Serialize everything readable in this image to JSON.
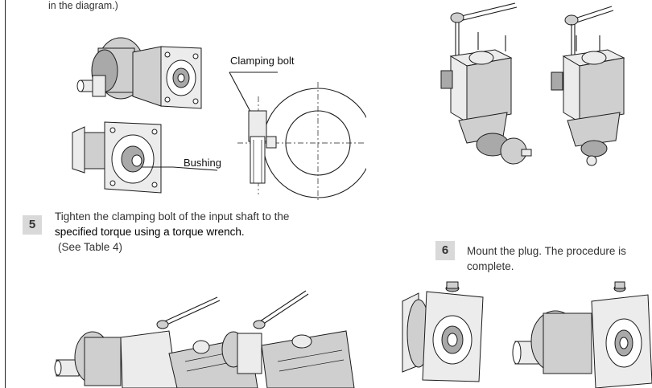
{
  "intro": {
    "text": "in the diagram.)"
  },
  "callouts": {
    "clamping_bolt": "Clamping bolt",
    "bushing": "Bushing"
  },
  "step5": {
    "number": "5",
    "line1": "Tighten the clamping bolt of the input shaft to the",
    "line2": "specified torque using a torque wrench.",
    "line3": "(See Table 4)"
  },
  "step6": {
    "number": "6",
    "text": "Mount the plug. The procedure is complete."
  },
  "colors": {
    "badge": "#d9d9d9",
    "text": "#333333",
    "line": "#1c1c1c"
  }
}
